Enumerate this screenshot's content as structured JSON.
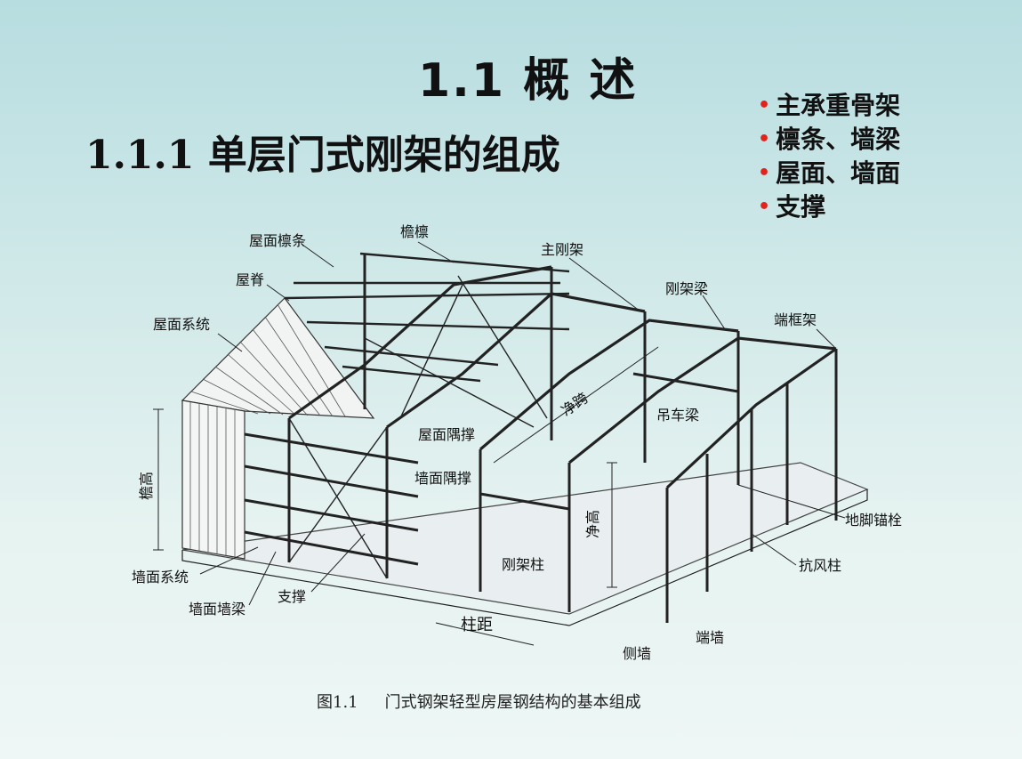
{
  "title": "1.1  概 述",
  "subtitle": "1.1.1 单层门式刚架的组成",
  "bullets": [
    "主承重骨架",
    "檩条、墙梁",
    "屋面、墙面",
    "支撑"
  ],
  "labels": {
    "roof_purlin": "屋面檩条",
    "eave_purlin": "檐檩",
    "ridge": "屋脊",
    "main_frame": "主刚架",
    "roof_system": "屋面系统",
    "frame_beam": "刚架梁",
    "end_frame": "端框架",
    "clear_span": "净跨",
    "crane_beam": "吊车梁",
    "roof_bracing": "屋面隅撑",
    "wall_bracing": "墙面隅撑",
    "eave_height": "檐高",
    "net_height": "净高",
    "anchor_bolt": "地脚锚栓",
    "frame_column": "刚架柱",
    "wind_column": "抗风柱",
    "wall_system": "墙面系统",
    "support": "支撑",
    "wall_girt": "墙面墙梁",
    "column_spacing": "柱距",
    "end_wall": "端墙",
    "side_wall": "侧墙"
  },
  "caption": {
    "number": "图1.1",
    "text": "门式钢架轻型房屋钢结构的基本组成"
  },
  "colors": {
    "bullet": "#e0231c",
    "text": "#111111"
  }
}
